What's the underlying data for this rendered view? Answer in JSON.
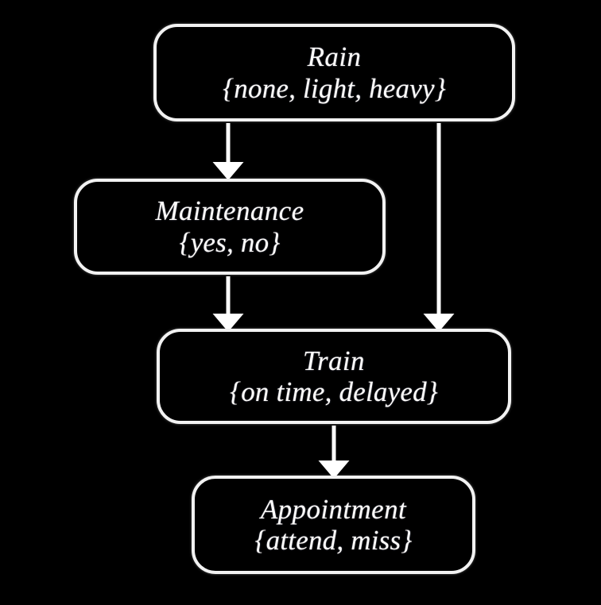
{
  "diagram": {
    "type": "bayesian-network",
    "background_color": "#000000",
    "node_border_color": "#f2f2f2",
    "node_text_color": "#fdfdfd",
    "edge_color": "#ffffff",
    "nodes": [
      {
        "id": "rain",
        "name": "Rain",
        "states_label": "{none, light, heavy}",
        "states": [
          "none",
          "light",
          "heavy"
        ]
      },
      {
        "id": "maintenance",
        "name": "Maintenance",
        "states_label": "{yes, no}",
        "states": [
          "yes",
          "no"
        ]
      },
      {
        "id": "train",
        "name": "Train",
        "states_label": "{on time, delayed}",
        "states": [
          "on time",
          "delayed"
        ]
      },
      {
        "id": "appointment",
        "name": "Appointment",
        "states_label": "{attend, miss}",
        "states": [
          "attend",
          "miss"
        ]
      }
    ],
    "edges": [
      {
        "id": "rain-to-maintenance",
        "from": "Rain",
        "to": "Maintenance",
        "arrow": "arrow-down-icon"
      },
      {
        "id": "rain-to-train",
        "from": "Rain",
        "to": "Train",
        "arrow": "arrow-down-icon"
      },
      {
        "id": "maintenance-to-train",
        "from": "Maintenance",
        "to": "Train",
        "arrow": "arrow-down-icon"
      },
      {
        "id": "train-to-appointment",
        "from": "Train",
        "to": "Appointment",
        "arrow": "arrow-down-icon"
      }
    ]
  }
}
